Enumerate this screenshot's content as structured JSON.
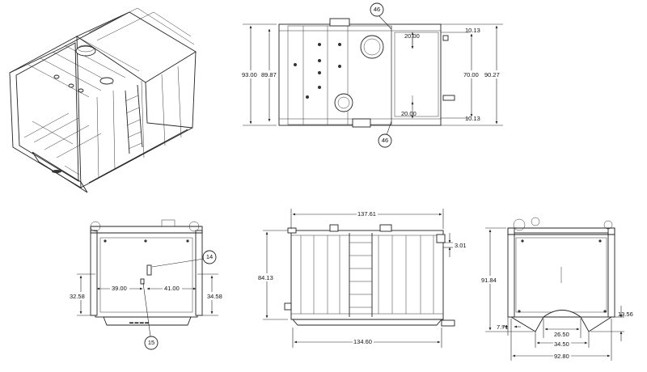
{
  "top_view": {
    "dims": {
      "overall_length": "93.00",
      "inner_length": "89.87",
      "right_width": "90.27",
      "top_offset": "10.13",
      "bottom_offset": "10.13",
      "mid_span": "70.00",
      "upper_gap": "20.00",
      "lower_gap": "20.00"
    },
    "balloons": {
      "upper": "46",
      "lower": "46"
    }
  },
  "end_view_left": {
    "dims": {
      "left_height": "32.58",
      "right_height": "34.58",
      "left_span": "39.00",
      "right_span": "41.00"
    },
    "balloons": {
      "upper": "14",
      "lower": "15"
    }
  },
  "side_view": {
    "dims": {
      "top_length": "137.61",
      "bottom_length": "134.60",
      "height": "84.13",
      "step": "3.01"
    }
  },
  "end_view_right": {
    "dims": {
      "height": "91.84",
      "foot_height": "13.56",
      "foot_offset": "7.71",
      "inner_width": "26.50",
      "mid_width": "34.50",
      "outer_width": "92.80"
    }
  }
}
